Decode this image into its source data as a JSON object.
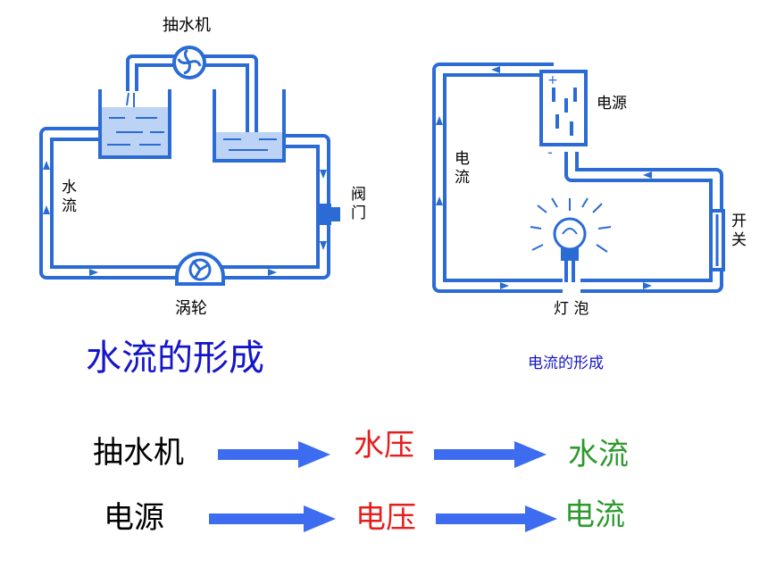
{
  "water_diagram": {
    "label_pump": "抽水机",
    "label_flow": "水流",
    "label_valve": "阀门",
    "label_turbine": "涡轮"
  },
  "circuit_diagram": {
    "label_power": "电源",
    "label_current": "电流",
    "label_switch": "开关",
    "label_bulb": "灯 泡"
  },
  "captions": {
    "water": "水流的形成",
    "current": "电流的形成"
  },
  "rows": [
    {
      "source": "抽水机",
      "pressure": "水压",
      "flow": "水流"
    },
    {
      "source": "电源",
      "pressure": "电压",
      "flow": "电流"
    }
  ],
  "colors": {
    "pipe_blue": "#2a6bd6",
    "arrow_blue": "#3d6cf0",
    "caption_blue": "#1515c8",
    "pressure_red": "#e61e1e",
    "flow_green": "#2e9a2e"
  }
}
